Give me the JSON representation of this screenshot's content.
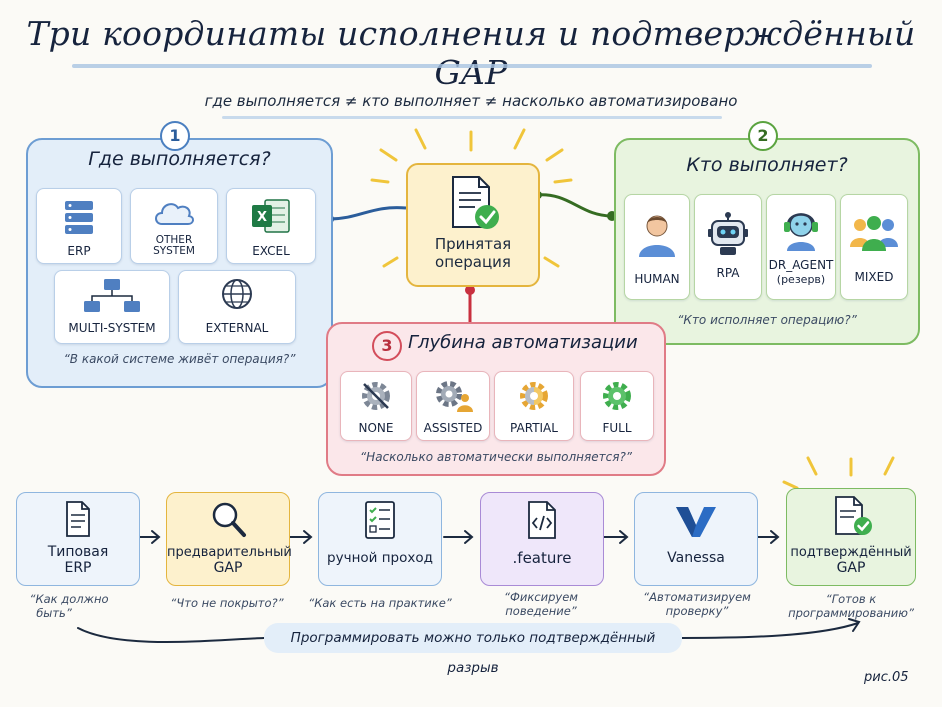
{
  "title": "Три координаты исполнения и подтверждённый GAP",
  "subtitle": "где выполняется ≠ кто выполняет ≠ насколько автоматизировано",
  "center": {
    "label_line1": "Принятая",
    "label_line2": "операция",
    "icon": "document-check-icon"
  },
  "where": {
    "number": "1",
    "title": "Где выполняется?",
    "caption": "“В какой системе живёт операция?”",
    "items": [
      {
        "label": "ERP",
        "icon": "server-icon"
      },
      {
        "label_line1": "OTHER",
        "label_line2": "SYSTEM",
        "icon": "cloud-icon"
      },
      {
        "label": "EXCEL",
        "icon": "excel-icon"
      },
      {
        "label": "MULTI-SYSTEM",
        "icon": "network-icon"
      },
      {
        "label": "EXTERNAL",
        "icon": "globe-icon"
      }
    ]
  },
  "who": {
    "number": "2",
    "title": "Кто выполняет?",
    "caption": "“Кто исполняет операцию?”",
    "items": [
      {
        "label": "HUMAN",
        "icon": "person-icon"
      },
      {
        "label": "RPA",
        "icon": "robot-icon"
      },
      {
        "label_line1": "DR_AGENT",
        "label_line2": "(резерв)",
        "icon": "agent-headset-icon"
      },
      {
        "label": "MIXED",
        "icon": "group-icon"
      }
    ]
  },
  "depth": {
    "number": "3",
    "title": "Глубина автоматизации",
    "caption": "“Насколько автоматически выполняется?”",
    "items": [
      {
        "label": "NONE",
        "icon": "gear-crossed-icon"
      },
      {
        "label": "ASSISTED",
        "icon": "gear-person-icon"
      },
      {
        "label": "PARTIAL",
        "icon": "gear-half-icon"
      },
      {
        "label": "FULL",
        "icon": "gear-full-icon"
      }
    ]
  },
  "pipeline": [
    {
      "line1": "Типовая",
      "line2": "ERP",
      "caption_line1": "“Как должно",
      "caption_line2": "быть”",
      "icon": "document-icon"
    },
    {
      "line1": "предварительный",
      "line2": "GAP",
      "caption_line1": "“Что не покрыто?”",
      "caption_line2": "",
      "icon": "magnifier-icon"
    },
    {
      "line1": "ручной проход",
      "line2": "",
      "caption_line1": "“Как есть на практике”",
      "caption_line2": "",
      "icon": "checklist-icon"
    },
    {
      "line1": ".feature",
      "line2": "",
      "caption_line1": "“Фиксируем",
      "caption_line2": "поведение”",
      "icon": "code-file-icon"
    },
    {
      "line1": "Vanessa",
      "line2": "",
      "caption_line1": "“Автоматизируем",
      "caption_line2": "проверку”",
      "icon": "vanessa-logo-icon"
    },
    {
      "line1": "подтверждённый",
      "line2": "GAP",
      "caption_line1": "“Готов к",
      "caption_line2": "программированию”",
      "icon": "document-check-icon"
    }
  ],
  "bottom_note": "Программировать можно только подтверждённый разрыв",
  "figure_label": "рис.05",
  "colors": {
    "blue": "#6d9dd3",
    "green": "#7dbb62",
    "red": "#e07b86",
    "yellow": "#e4b53e",
    "purple": "#a98bd6",
    "check": "#3fae4e"
  }
}
